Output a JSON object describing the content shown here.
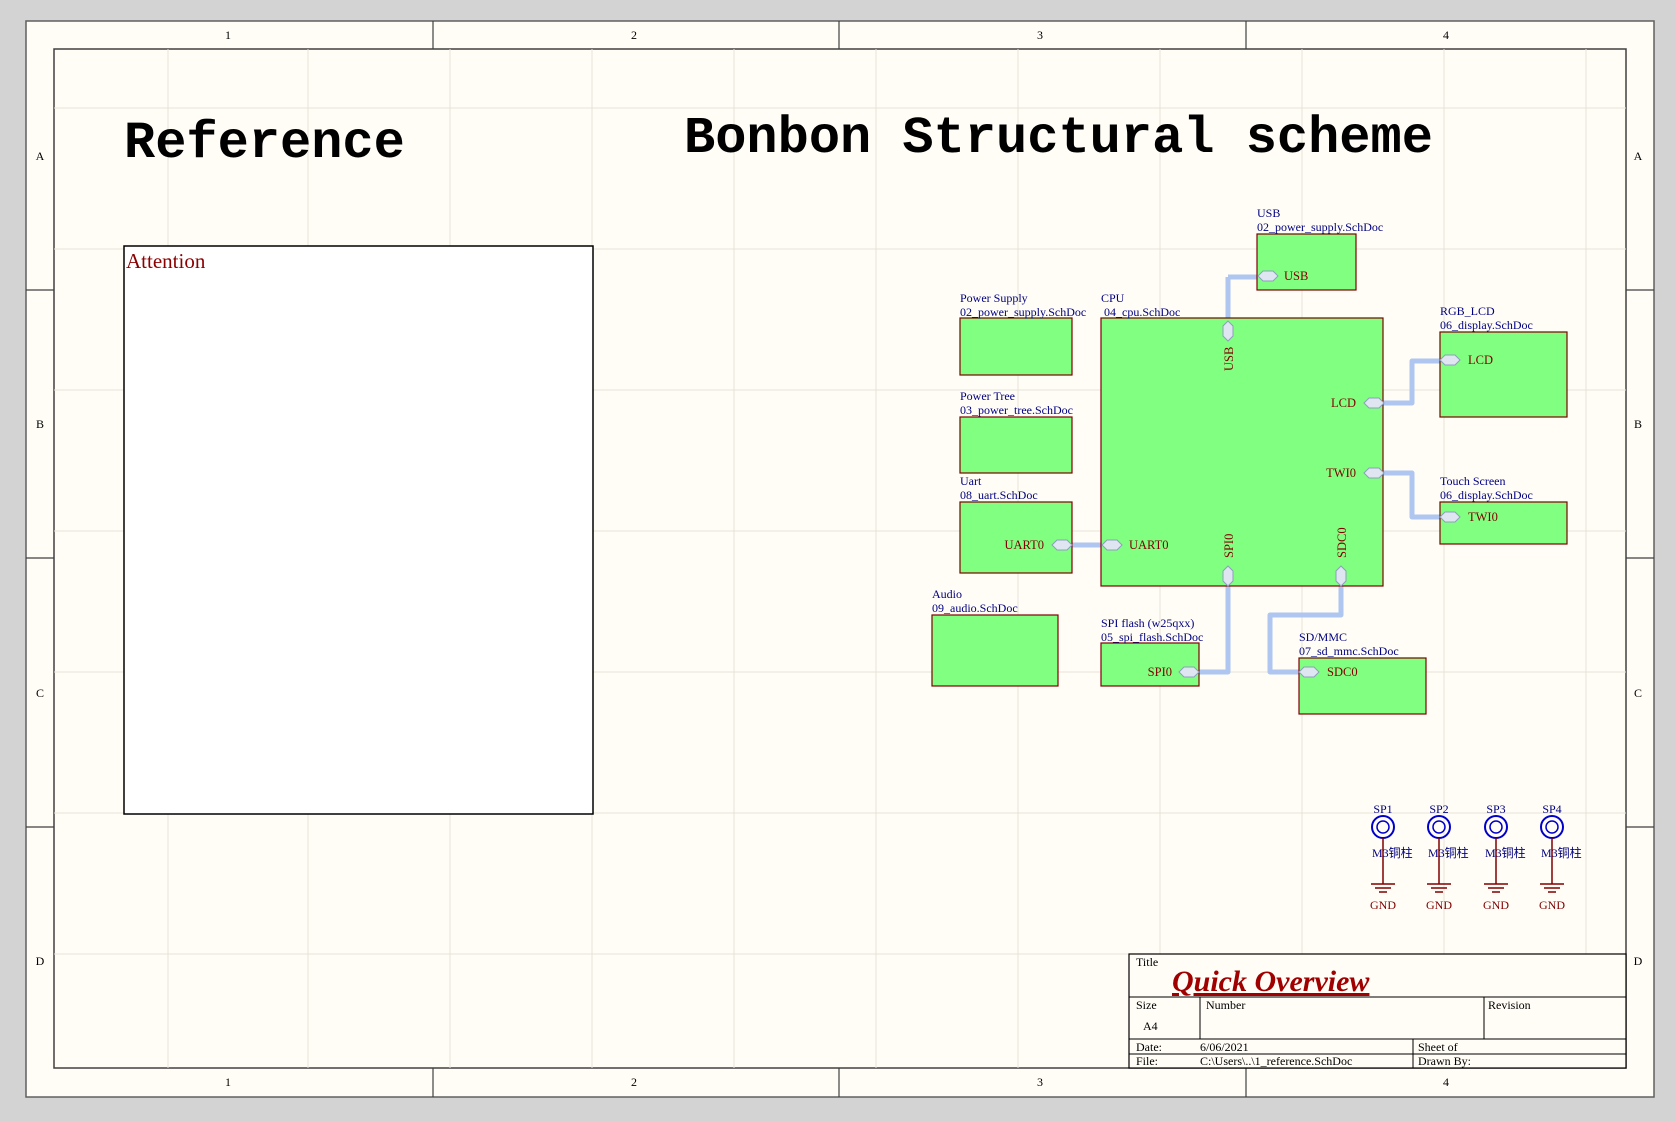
{
  "border": {
    "columns": [
      "1",
      "2",
      "3",
      "4"
    ],
    "rows": [
      "A",
      "B",
      "C",
      "D"
    ]
  },
  "headings": {
    "reference": "Reference",
    "scheme": "Bonbon Structural scheme"
  },
  "attention": "Attention",
  "sheets": {
    "usb": {
      "name": "USB",
      "file": "02_power_supply.SchDoc",
      "port": "USB"
    },
    "power_supply": {
      "name": "Power Supply",
      "file": "02_power_supply.SchDoc"
    },
    "power_tree": {
      "name": "Power Tree",
      "file": "03_power_tree.SchDoc"
    },
    "uart": {
      "name": "Uart",
      "file": "08_uart.SchDoc",
      "port": "UART0"
    },
    "audio": {
      "name": "Audio",
      "file": "09_audio.SchDoc"
    },
    "cpu": {
      "name": "CPU",
      "file": "04_cpu.SchDoc",
      "ports": {
        "usb": "USB",
        "lcd": "LCD",
        "twi": "TWI0",
        "uart": "UART0",
        "spi": "SPI0",
        "sdc": "SDC0"
      }
    },
    "rgb_lcd": {
      "name": "RGB_LCD",
      "file": "06_display.SchDoc",
      "port": "LCD"
    },
    "touch": {
      "name": "Touch Screen",
      "file": "06_display.SchDoc",
      "port": "TWI0"
    },
    "spi_flash": {
      "name": "SPI flash (w25qxx)",
      "file": "05_spi_flash.SchDoc",
      "port": "SPI0"
    },
    "sd_mmc": {
      "name": "SD/MMC",
      "file": "07_sd_mmc.SchDoc",
      "port": "SDC0"
    }
  },
  "standoffs": [
    {
      "ref": "SP1",
      "value": "M3铜柱",
      "net": "GND"
    },
    {
      "ref": "SP2",
      "value": "M3铜柱",
      "net": "GND"
    },
    {
      "ref": "SP3",
      "value": "M3铜柱",
      "net": "GND"
    },
    {
      "ref": "SP4",
      "value": "M3铜柱",
      "net": "GND"
    }
  ],
  "title_block": {
    "title_label": "Title",
    "title": "Quick Overview",
    "size_label": "Size",
    "size": "A4",
    "number_label": "Number",
    "revision_label": "Revision",
    "date_label": "Date:",
    "date": "6/06/2021",
    "file_label": "File:",
    "file": "C:\\Users\\..\\1_reference.SchDoc",
    "sheet_label": "Sheet  of",
    "drawn_label": "Drawn By:"
  },
  "colors": {
    "sheet_fill": "#80ff80",
    "sheet_border": "#800000",
    "label_blue": "#000080",
    "port_text": "#800000",
    "harness": "#aec6f0",
    "title_red": "#a00000",
    "paper": "#fffdf6"
  }
}
